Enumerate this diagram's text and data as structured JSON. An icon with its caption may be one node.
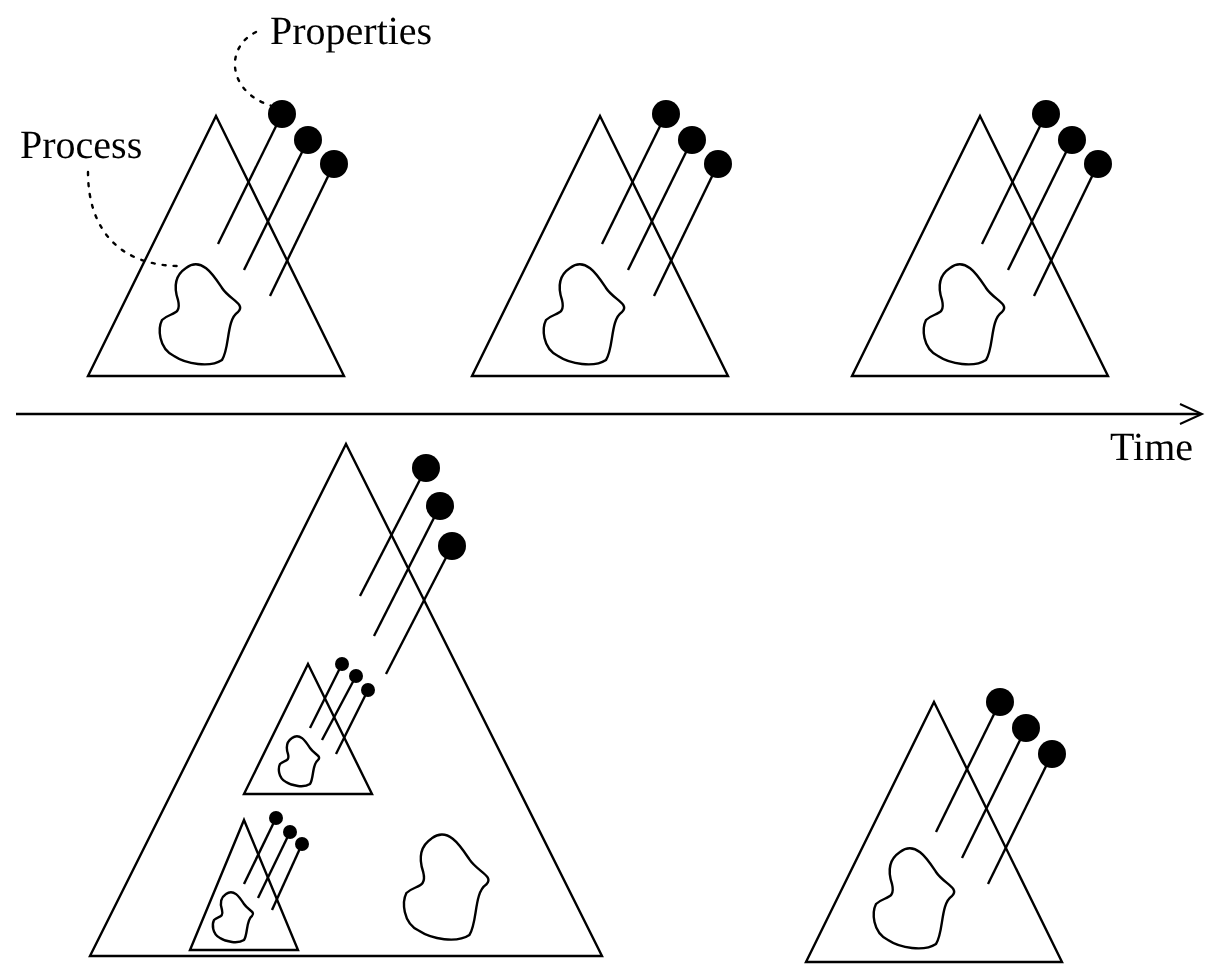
{
  "diagram": {
    "nodes": [
      {
        "text": [
          "Properties"
        ]
      },
      {
        "text": [
          "Process"
        ]
      },
      {
        "text": [],
        "shape": "circle"
      },
      {
        "text": [],
        "shape": "circle"
      },
      {
        "text": [],
        "shape": "circle"
      },
      {
        "text": [],
        "shape": "blob"
      },
      {
        "text": [],
        "shape": "circle"
      },
      {
        "text": [],
        "shape": "circle"
      },
      {
        "text": [],
        "shape": "circle"
      },
      {
        "text": [],
        "shape": "blob"
      },
      {
        "text": [],
        "shape": "circle"
      },
      {
        "text": [],
        "shape": "circle"
      },
      {
        "text": [],
        "shape": "circle"
      },
      {
        "text": [],
        "shape": "blob"
      },
      {
        "text": [],
        "shape": "circle"
      },
      {
        "text": [],
        "shape": "circle"
      },
      {
        "text": [],
        "shape": "circle"
      },
      {
        "text": [],
        "shape": "blob"
      },
      {
        "text": [],
        "shape": "circle"
      },
      {
        "text": [],
        "shape": "circle"
      },
      {
        "text": [],
        "shape": "circle"
      },
      {
        "text": [],
        "shape": "blob"
      },
      {
        "text": [],
        "shape": "circle"
      },
      {
        "text": [],
        "shape": "circle"
      },
      {
        "text": [],
        "shape": "circle"
      },
      {
        "text": [],
        "shape": "blob"
      },
      {
        "text": [],
        "shape": "circle"
      },
      {
        "text": [],
        "shape": "circle"
      },
      {
        "text": [],
        "shape": "circle"
      },
      {
        "text": [],
        "shape": "blob"
      }
    ],
    "edges": [
      {
        "from": 0,
        "to": 2,
        "arrow": "none",
        "style": "dashed"
      },
      {
        "from": 1,
        "to": 5,
        "arrow": "none",
        "style": "dashed"
      }
    ],
    "labels": [
      "Time"
    ]
  }
}
